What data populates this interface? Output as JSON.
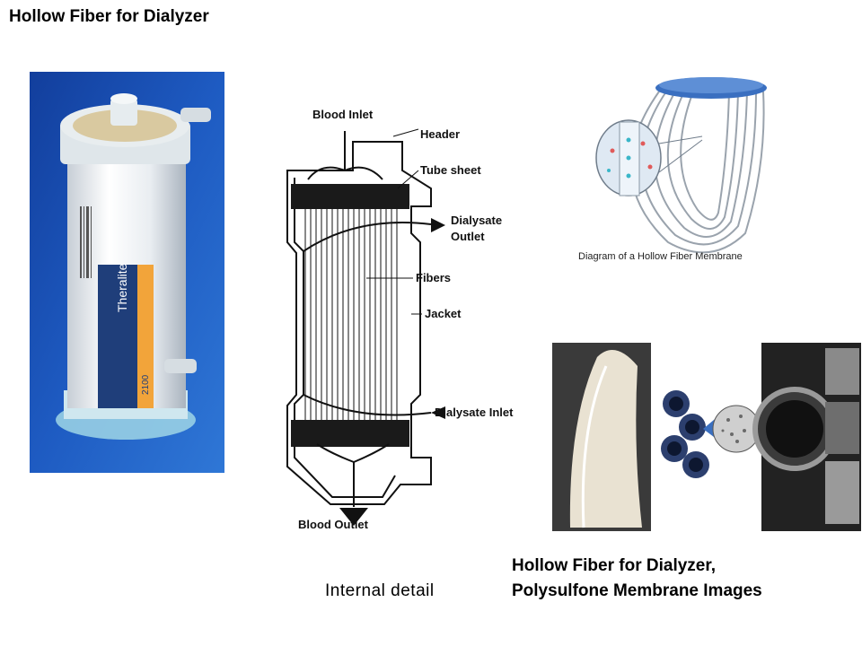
{
  "page": {
    "title": "Hollow Fiber for Dialyzer"
  },
  "photo": {
    "brand_label": "Theralite",
    "model_label": "2100"
  },
  "schematic": {
    "labels": {
      "blood_inlet": "Blood Inlet",
      "header": "Header",
      "tube_sheet": "Tube sheet",
      "dialysate_outlet_line1": "Dialysate",
      "dialysate_outlet_line2": "Outlet",
      "fibers": "Fibers",
      "jacket": "Jacket",
      "dialysate_inlet": "Dialysate Inlet",
      "blood_outlet": "Blood Outlet"
    },
    "caption": "Internal detail"
  },
  "membrane_diagram": {
    "caption": "Diagram of a Hollow Fiber Membrane"
  },
  "images_caption": {
    "line1": "Hollow Fiber for Dialyzer,",
    "line2": "Polysulfone Membrane Images"
  },
  "colors": {
    "photo_background": "#1b4fb0",
    "membrane_blue": "#3a6fc0",
    "schematic_stroke": "#111111"
  }
}
